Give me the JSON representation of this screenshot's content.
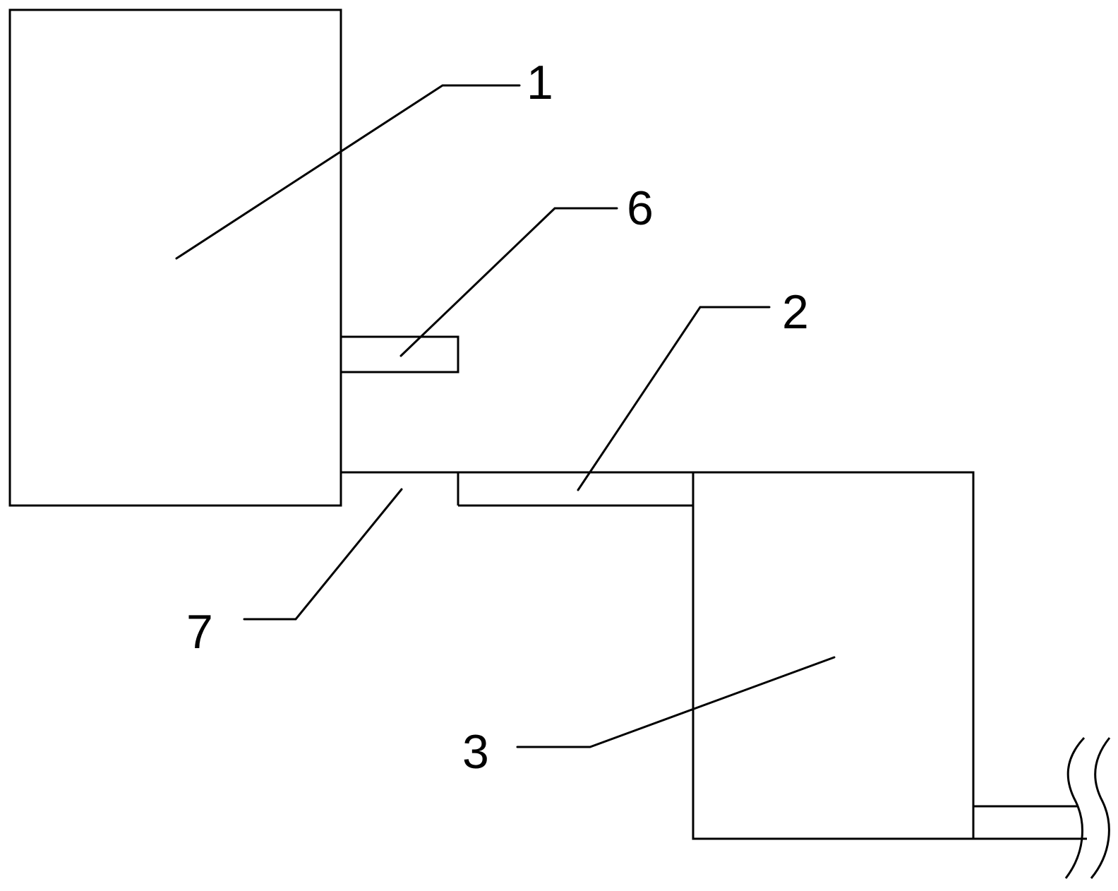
{
  "labels": {
    "part_1": "1",
    "part_2": "2",
    "part_3": "3",
    "part_6": "6",
    "part_7": "7"
  },
  "colors": {
    "line": "#000000",
    "background": "#ffffff"
  }
}
